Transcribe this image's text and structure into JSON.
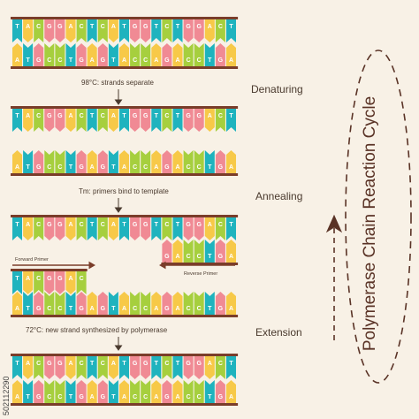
{
  "title": "Polymerase Chain Reaction Cycle",
  "steps": {
    "denaturing": "Denaturing",
    "annealing": "Annealing",
    "extension": "Extension"
  },
  "notes": {
    "denature": "98°C: strands separate",
    "anneal": "Tm: primers bind to template",
    "extend": "72°C: new strand synthesized by polymerase"
  },
  "primers": {
    "forward": "Forward Primer",
    "reverse": "Reverse Primer"
  },
  "strands": {
    "top": "TACGGACTCATGGTCTGGACT",
    "bottom": "ATGCCTGAGTACCAGACCTGA",
    "reverse_primer": "GACCTGA",
    "forward_primer": "TACGGAC",
    "new_top_partial": "TACGGAC"
  },
  "side_id": "502112290",
  "colors": {
    "background": "#f8f1e6",
    "backbone": "#7a3d2a",
    "A": "#f7c948",
    "T": "#1fb3be",
    "G": "#f08a94",
    "C": "#a6cf3e",
    "text": "#4a3a2e"
  }
}
